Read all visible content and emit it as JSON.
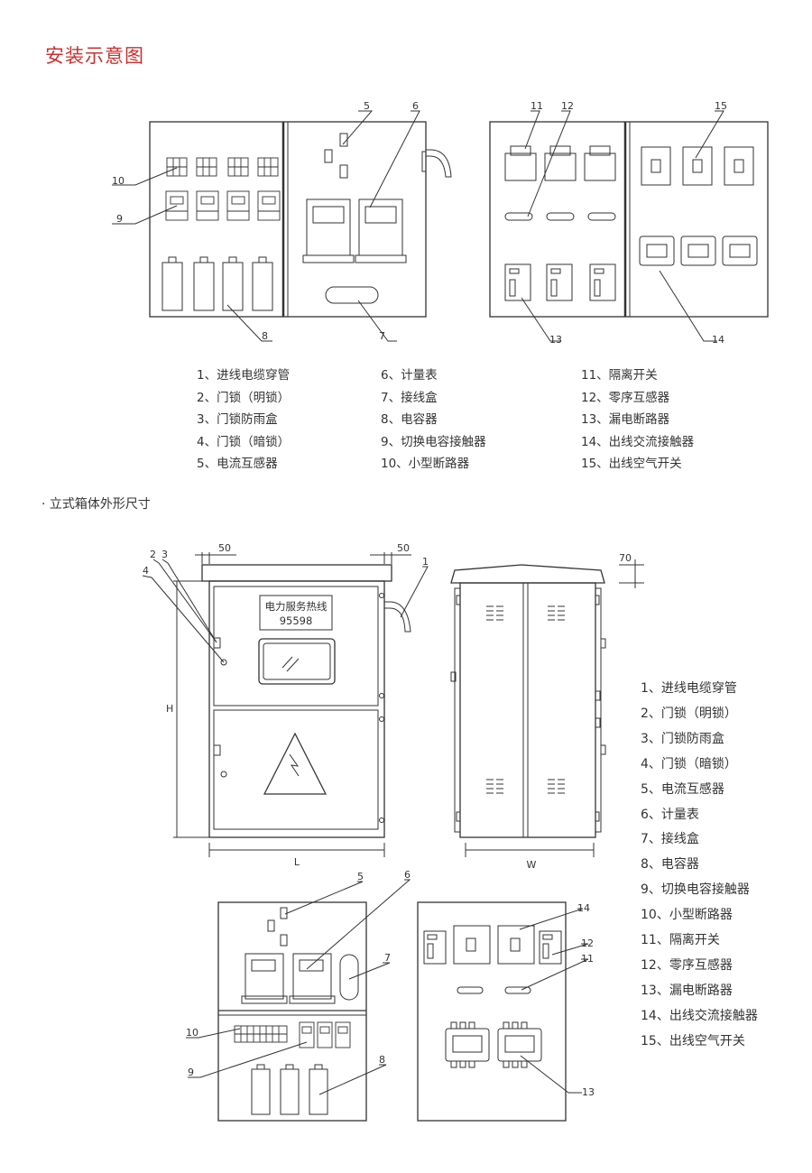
{
  "page_title": "安装示意图",
  "section_title": "· 立式箱体外形尺寸",
  "legend_items": [
    "1、进线电缆穿管",
    "2、门锁（明锁）",
    "3、门锁防雨盒",
    "4、门锁（暗锁）",
    "5、电流互感器",
    "6、计量表",
    "7、接线盒",
    "8、电容器",
    "9、切换电容接触器",
    "10、小型断路器",
    "11、隔离开关",
    "12、零序互感器",
    "13、漏电断路器",
    "14、出线交流接触器",
    "15、出线空气开关"
  ],
  "callout_numbers": {
    "n1": "1",
    "n2": "2",
    "n3": "3",
    "n4": "4",
    "n5": "5",
    "n6": "6",
    "n7": "7",
    "n8": "8",
    "n9": "9",
    "n10": "10",
    "n11": "11",
    "n12": "12",
    "n13": "13",
    "n14": "14",
    "n15": "15"
  },
  "dimensions": {
    "top_left": "50",
    "top_right": "50",
    "roof": "70",
    "height": "H",
    "length": "L",
    "width": "W"
  },
  "front_panel": {
    "hotline_label": "电力服务热线",
    "hotline_number": "95598"
  },
  "colors": {
    "title": "#c9312f",
    "line": "#333333"
  }
}
